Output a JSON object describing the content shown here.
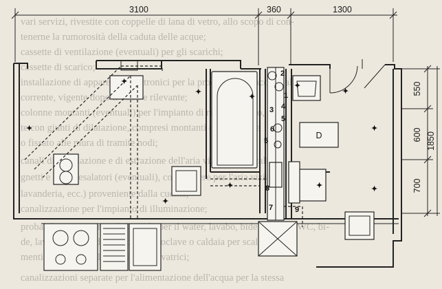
{
  "background_text": [
    "vari servizi, rivestite con coppelle di lana di vetro, allo scopo di con-",
    "tenerne la rumorosità della caduta delle acque;",
    "cassette di ventilazione (eventuali) per gli scarichi;",
    "cassette di scarico;",
    "installazione di apparecchi elettronici per la produzione di acqua calda",
    "corrente, vigente dopo il 1963 e rilevante;",
    "colonne montanti (eventuali) per l'impianto di riscaldamento, ove",
    "te con giunti di dilatazione, compresi montanti delle valvole",
    "o fissato alle mura di tramite nodi;",
    "canali di ventilazione e di estrazione dell'aria viziata dai locali bi-",
    "gnetti e canne esalatori (eventuali), con barriere per l'aria viziata",
    "lavanderia, ecc.) proveniente dalla cucina;",
    "canalizzazione per l'impianto di illuminazione;",
    "probabili servizi come gli scarichi per il water, lavabo, bidet, vasche, WC, bi-",
    "de, lavello acciaio della cucina; autoclave o caldaia per scalda-",
    "menti dell'acqua delle stoviglie e lavatrici;",
    "canalizzazioni separate per l'alimentazione dell'acqua per la stessa"
  ],
  "dimensions": {
    "top": [
      "3100",
      "360",
      "1300"
    ],
    "right": [
      "550",
      "600",
      "700"
    ],
    "right_total": "1850"
  },
  "pipe_numbers": [
    "2",
    "1",
    "3",
    "4",
    "5",
    "6",
    "5",
    "8",
    "7",
    "9"
  ],
  "fixture_letters": [
    "D"
  ]
}
